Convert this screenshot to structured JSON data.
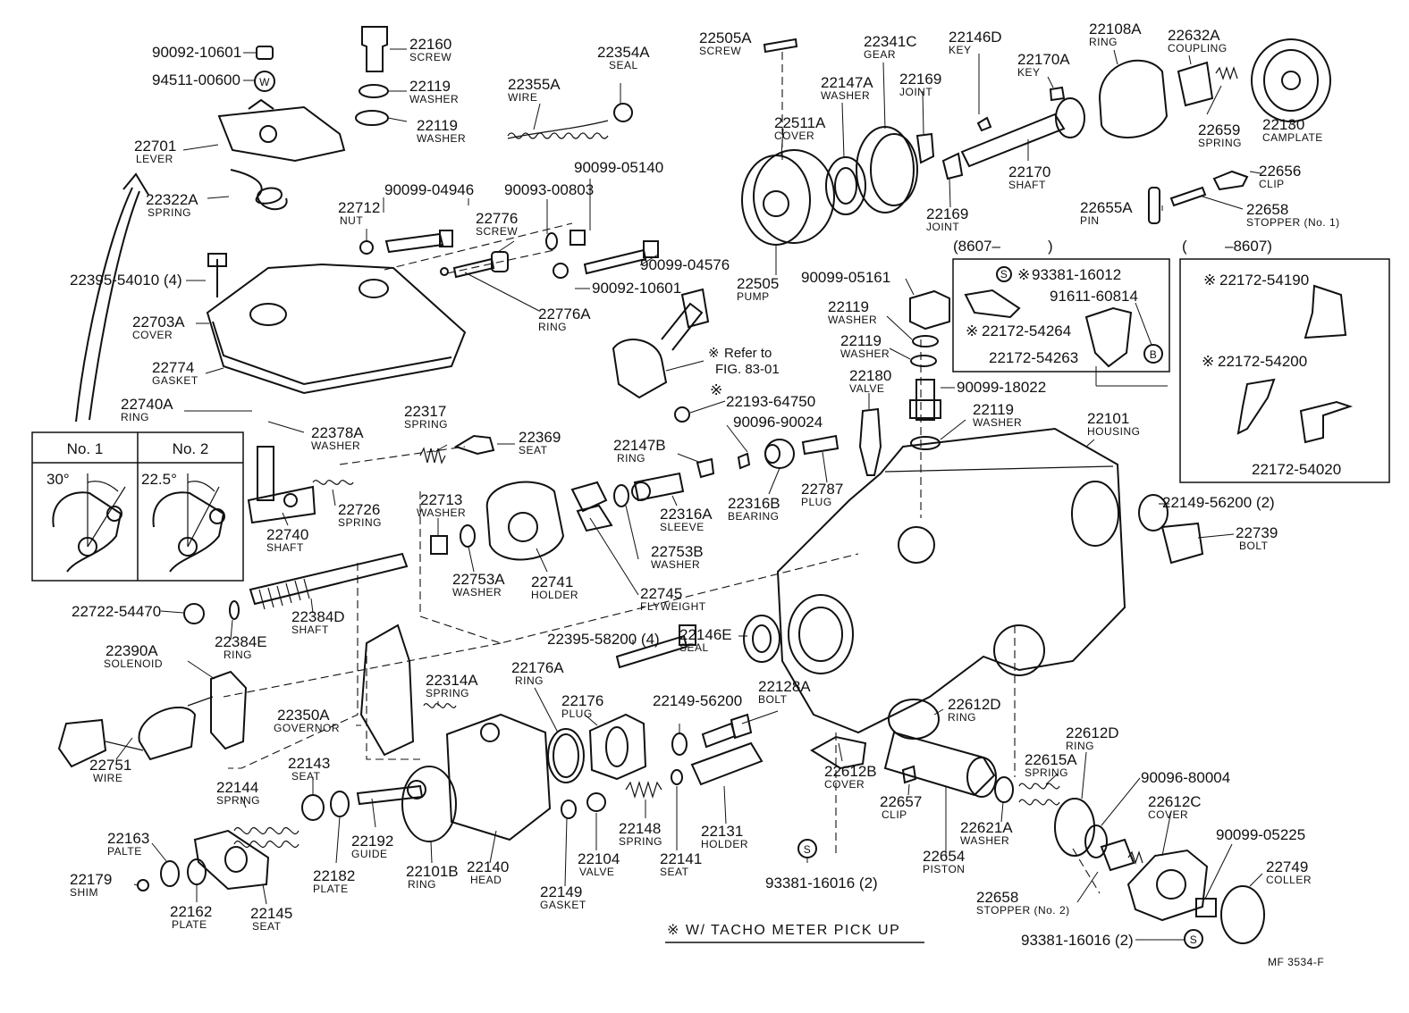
{
  "labels": [
    {
      "num": "90092-10601",
      "desc": ""
    },
    {
      "num": "94511-00600",
      "desc": ""
    },
    {
      "num": "22160",
      "desc": "SCREW"
    },
    {
      "num": "22119",
      "desc": "WASHER"
    },
    {
      "num": "22119",
      "desc": "WASHER"
    },
    {
      "num": "22701",
      "desc": "LEVER"
    },
    {
      "num": "22322A",
      "desc": "SPRING"
    },
    {
      "num": "22395-54010 (4)",
      "desc": ""
    },
    {
      "num": "22703A",
      "desc": "COVER"
    },
    {
      "num": "22774",
      "desc": "GASKET"
    },
    {
      "num": "22740A",
      "desc": "RING"
    },
    {
      "num": "22378A",
      "desc": "WASHER"
    },
    {
      "num": "22712",
      "desc": "NUT"
    },
    {
      "num": "90099-04946",
      "desc": ""
    },
    {
      "num": "90093-00803",
      "desc": ""
    },
    {
      "num": "90099-05140",
      "desc": ""
    },
    {
      "num": "22776",
      "desc": "SCREW"
    },
    {
      "num": "90099-04576",
      "desc": ""
    },
    {
      "num": "90092-10601",
      "desc": ""
    },
    {
      "num": "22776A",
      "desc": "RING"
    },
    {
      "num": "22355A",
      "desc": "WIRE"
    },
    {
      "num": "22354A",
      "desc": "SEAL"
    },
    {
      "num": "22505A",
      "desc": "SCREW"
    },
    {
      "num": "22341C",
      "desc": "GEAR"
    },
    {
      "num": "22146D",
      "desc": "KEY"
    },
    {
      "num": "22108A",
      "desc": "RING"
    },
    {
      "num": "22632A",
      "desc": "COUPLING"
    },
    {
      "num": "22147A",
      "desc": "WASHER"
    },
    {
      "num": "22169",
      "desc": "JOINT"
    },
    {
      "num": "22170A",
      "desc": "KEY"
    },
    {
      "num": "22511A",
      "desc": "COVER"
    },
    {
      "num": "22659",
      "desc": "SPRING"
    },
    {
      "num": "22130",
      "desc": "CAMPLATE"
    },
    {
      "num": "22170",
      "desc": "SHAFT"
    },
    {
      "num": "22169",
      "desc": "JOINT"
    },
    {
      "num": "22656",
      "desc": "CLIP"
    },
    {
      "num": "22655A",
      "desc": "PIN"
    },
    {
      "num": "22658",
      "desc": "STOPPER (No. 1)"
    },
    {
      "num": "22505",
      "desc": "PUMP"
    },
    {
      "num": "90099-05161",
      "desc": ""
    },
    {
      "num": "22119",
      "desc": "WASHER"
    },
    {
      "num": "22119",
      "desc": "WASHER"
    },
    {
      "num": "22180",
      "desc": "VALVE"
    },
    {
      "num": "90099-18022",
      "desc": ""
    },
    {
      "num": "22119",
      "desc": "WASHER"
    },
    {
      "num": "22101",
      "desc": "HOUSING"
    },
    {
      "num": "22317",
      "desc": "SPRING"
    },
    {
      "num": "22369",
      "desc": "SEAT"
    },
    {
      "num": "22147B",
      "desc": "RING"
    },
    {
      "num": "90096-90024",
      "desc": ""
    },
    {
      "num": "22193-64750",
      "desc": ""
    },
    {
      "num": "22726",
      "desc": "SPRING"
    },
    {
      "num": "22740",
      "desc": "SHAFT"
    },
    {
      "num": "22713",
      "desc": "WASHER"
    },
    {
      "num": "22753A",
      "desc": "WASHER"
    },
    {
      "num": "22741",
      "desc": "HOLDER"
    },
    {
      "num": "22316A",
      "desc": "SLEEVE"
    },
    {
      "num": "22316B",
      "desc": "BEARING"
    },
    {
      "num": "22787",
      "desc": "PLUG"
    },
    {
      "num": "22753B",
      "desc": "WASHER"
    },
    {
      "num": "22745",
      "desc": "FLYWEIGHT"
    },
    {
      "num": "22149-56200 (2)",
      "desc": ""
    },
    {
      "num": "22739",
      "desc": "BOLT"
    },
    {
      "num": "22722-54470",
      "desc": ""
    },
    {
      "num": "22384E",
      "desc": "RING"
    },
    {
      "num": "22384D",
      "desc": "SHAFT"
    },
    {
      "num": "22395-58200 (4)",
      "desc": ""
    },
    {
      "num": "22146E",
      "desc": "SEAL"
    },
    {
      "num": "22390A",
      "desc": "SOLENOID"
    },
    {
      "num": "22314A",
      "desc": "SPRING"
    },
    {
      "num": "22176A",
      "desc": "RING"
    },
    {
      "num": "22176",
      "desc": "PLUG"
    },
    {
      "num": "22149-56200",
      "desc": ""
    },
    {
      "num": "22128A",
      "desc": "BOLT"
    },
    {
      "num": "22350A",
      "desc": "GOVERNOR"
    },
    {
      "num": "22612D",
      "desc": "RING"
    },
    {
      "num": "22751",
      "desc": "WIRE"
    },
    {
      "num": "22143",
      "desc": "SEAT"
    },
    {
      "num": "22612D",
      "desc": "RING"
    },
    {
      "num": "22615A",
      "desc": "SPRING"
    },
    {
      "num": "90096-80004",
      "desc": ""
    },
    {
      "num": "22612B",
      "desc": "COVER"
    },
    {
      "num": "22144",
      "desc": "SPRING"
    },
    {
      "num": "22148",
      "desc": "SPRING"
    },
    {
      "num": "22131",
      "desc": "HOLDER"
    },
    {
      "num": "22657",
      "desc": "CLIP"
    },
    {
      "num": "22612C",
      "desc": "COVER"
    },
    {
      "num": "22621A",
      "desc": "WASHER"
    },
    {
      "num": "90099-05225",
      "desc": ""
    },
    {
      "num": "22192",
      "desc": "GUIDE"
    },
    {
      "num": "22104",
      "desc": "VALVE"
    },
    {
      "num": "22163",
      "desc": "PALTE"
    },
    {
      "num": "22101B",
      "desc": "RING"
    },
    {
      "num": "22140",
      "desc": "HEAD"
    },
    {
      "num": "22141",
      "desc": "SEAT"
    },
    {
      "num": "22654",
      "desc": "PISTON"
    },
    {
      "num": "22749",
      "desc": "COLLER"
    },
    {
      "num": "22179",
      "desc": "SHIM"
    },
    {
      "num": "22182",
      "desc": "PLATE"
    },
    {
      "num": "22149",
      "desc": "GASKET"
    },
    {
      "num": "93381-16016 (2)",
      "desc": ""
    },
    {
      "num": "22658",
      "desc": "STOPPER (No. 2)"
    },
    {
      "num": "22162",
      "desc": "PLATE"
    },
    {
      "num": "22145",
      "desc": "SEAT"
    },
    {
      "num": "93381-16016 (2)",
      "desc": ""
    }
  ],
  "inset_right": {
    "left_title": "(8607–",
    "left_title_close": ")",
    "right_title": "(",
    "right_title_close": "–8607)",
    "items": [
      {
        "mark": "※",
        "num": "93381-16012"
      },
      {
        "mark": "",
        "num": "91611-60814"
      },
      {
        "mark": "※",
        "num": "22172-54264"
      },
      {
        "mark": "",
        "num": "22172-54263"
      },
      {
        "mark": "※",
        "num": "22172-54190"
      },
      {
        "mark": "※",
        "num": "22172-54200"
      },
      {
        "mark": "",
        "num": "22172-54020"
      }
    ],
    "circle_s": "S",
    "circle_b": "B"
  },
  "inset_left": {
    "col1": "No. 1",
    "col2": "No. 2",
    "angle1": "30°",
    "angle2": "22.5°"
  },
  "refer": {
    "mark": "※",
    "line1": "Refer to",
    "line2": "FIG. 83-01"
  },
  "circle_w": "W",
  "circle_s_marks": [
    "S",
    "S"
  ],
  "footnote": "※ W/ TACHO METER PICK UP",
  "figure_code": "MF  3534-F"
}
